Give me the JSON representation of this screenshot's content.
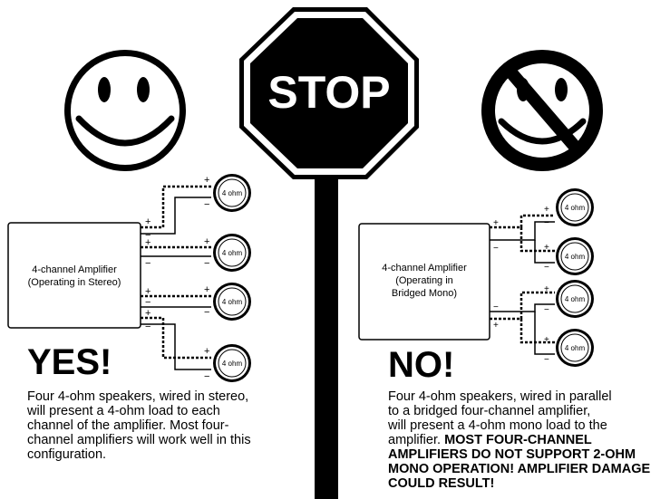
{
  "stop_sign": {
    "text": "STOP"
  },
  "left": {
    "verdict": "YES!",
    "amp_line1": "4-channel Amplifier",
    "amp_line2": "(Operating in Stereo)",
    "caption": [
      "Four 4-ohm speakers, wired in stereo,",
      "will present a 4-ohm load to each",
      "channel of the amplifier. Most four-",
      "channel amplifiers will work well in this",
      "configuration."
    ],
    "speaker_label": "4 ohm"
  },
  "right": {
    "verdict": "NO!",
    "amp_line1": "4-channel Amplifier",
    "amp_line2": "(Operating in",
    "amp_line3": "Bridged Mono)",
    "caption": [
      "Four 4-ohm speakers, wired in parallel",
      "to a bridged four-channel amplifier,",
      "will present a 4-ohm mono load to the"
    ],
    "caption_mixed_plain": "amplifier. ",
    "caption_mixed_bold": "MOST FOUR-CHANNEL",
    "caption_bold": [
      "AMPLIFIERS DO NOT SUPPORT 2-OHM",
      "MONO OPERATION! AMPLIFIER DAMAGE",
      "COULD RESULT!"
    ],
    "speaker_label": "4 ohm"
  },
  "polarity": {
    "plus": "+",
    "minus": "−"
  },
  "colors": {
    "ink": "#000000",
    "paper": "#ffffff"
  }
}
